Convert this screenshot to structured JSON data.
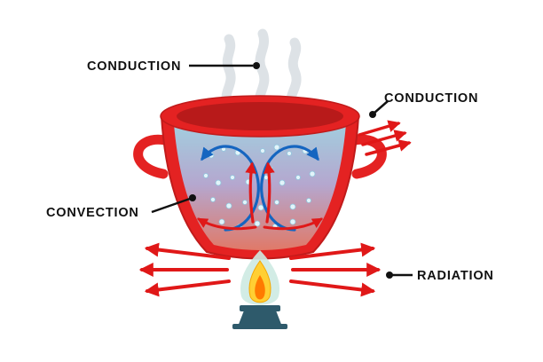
{
  "diagram": {
    "labels": {
      "conduction_top": "CONDUCTION",
      "conduction_right": "CONDUCTION",
      "convection": "CONVECTION",
      "radiation": "RADIATION"
    }
  },
  "colors": {
    "background": "#ffffff",
    "pot_red": "#e42222",
    "pot_rim_inner": "#b81a1a",
    "water_top": "#9fd6e8",
    "water_mid": "#b2aed8",
    "water_bottom": "#e07e6c",
    "convection_blue": "#1565c0",
    "arrow_red": "#e01818",
    "steam_gray": "#c3ccd3",
    "flame_halo": "#cdeae2",
    "flame_yellow": "#ffcf33",
    "flame_orange": "#ff7a00",
    "burner_teal": "#2e5a6b",
    "label_color": "#111111",
    "bubble_fill": "#e3f4fa"
  }
}
